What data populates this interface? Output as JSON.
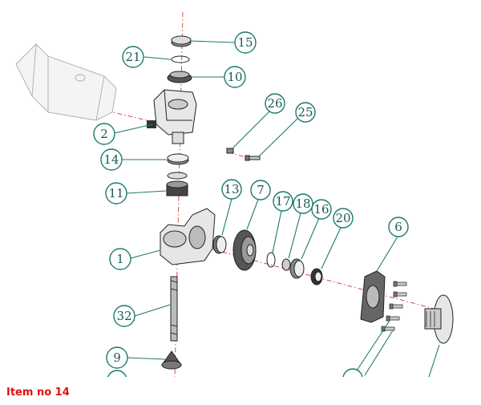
{
  "caption": "Item no 14",
  "callouts": {
    "c15": "15",
    "c21": "21",
    "c10": "10",
    "c2": "2",
    "c14": "14",
    "c11": "11",
    "c1": "1",
    "c32": "32",
    "c9": "9",
    "c13": "13",
    "c7": "7",
    "c17": "17",
    "c18": "18",
    "c16": "16",
    "c20": "20",
    "c6": "6",
    "c26": "26",
    "c25": "25"
  },
  "colors": {
    "callout": "#1a7a6e",
    "axis": "#d23a3a",
    "caption": "#e01010"
  }
}
